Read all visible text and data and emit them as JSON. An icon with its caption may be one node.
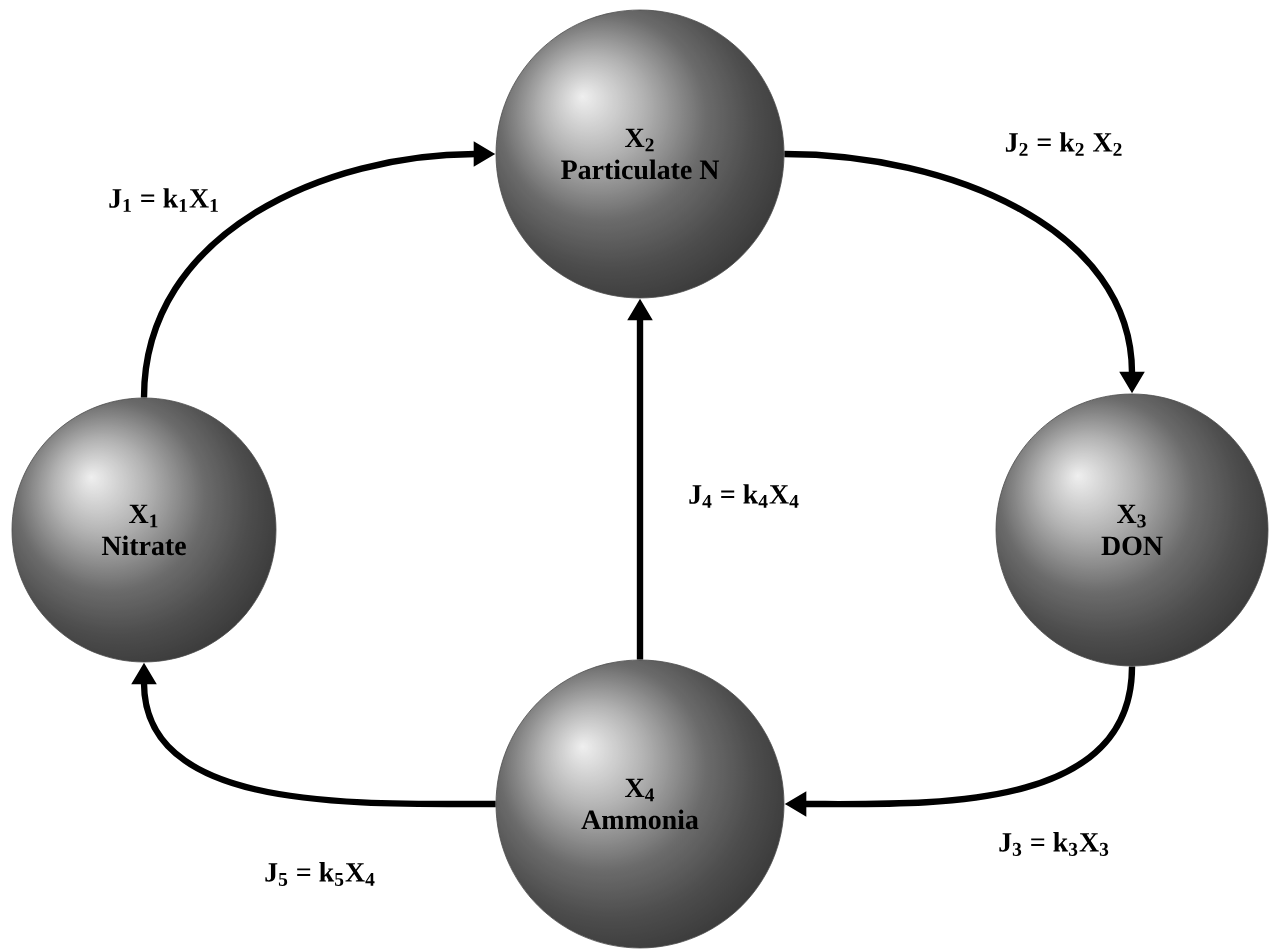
{
  "diagram": {
    "nodes": [
      {
        "text": [
          "X$_{1}$",
          "Nitrate"
        ]
      },
      {
        "text": [
          "X$_{2}$",
          "Particulate N"
        ]
      },
      {
        "text": [
          "X$_{3}$",
          "DON"
        ]
      },
      {
        "text": [
          "X$_{4}$",
          "Ammonia"
        ]
      }
    ],
    "edges": [
      {
        "from": 0,
        "to": 1,
        "arrow": "to",
        "label": "J$_{1}$ = k$_{1}$X$_{1}$"
      },
      {
        "from": 1,
        "to": 2,
        "arrow": "to",
        "label": "J$_{2}$ = k$_{2}$ X$_{2}$"
      },
      {
        "from": 2,
        "to": 3,
        "arrow": "to",
        "label": "J$_{3}$ = k$_{3}$X$_{3}$"
      },
      {
        "from": 3,
        "to": 1,
        "arrow": "to",
        "label": "J$_{4}$ = k$_{4}$X$_{4}$"
      },
      {
        "from": 3,
        "to": 0,
        "arrow": "to",
        "label": "J$_{5}$ = k$_{5}$X$_{4}$"
      }
    ]
  }
}
